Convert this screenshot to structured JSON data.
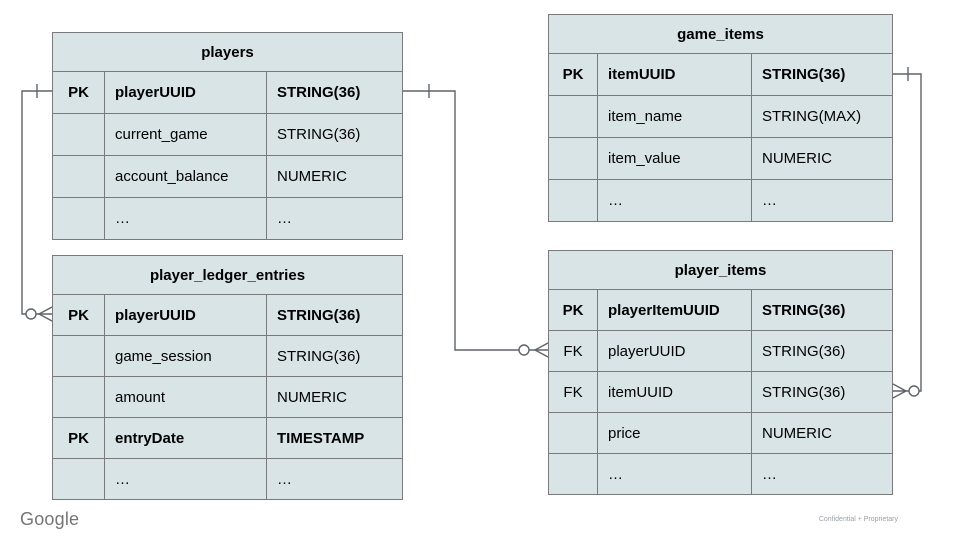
{
  "colors": {
    "table_fill": "#d8e4e5",
    "table_border": "#7a7a7a",
    "relationship_line": "#5f6368",
    "footer_text": "#757575"
  },
  "tables": [
    {
      "id": "players",
      "title": "players",
      "rows": [
        {
          "key": "PK",
          "name": "playerUUID",
          "type": "STRING(36)"
        },
        {
          "key": "",
          "name": "current_game",
          "type": "STRING(36)"
        },
        {
          "key": "",
          "name": "account_balance",
          "type": "NUMERIC"
        },
        {
          "key": "",
          "name": "…",
          "type": "…"
        }
      ]
    },
    {
      "id": "game_items",
      "title": "game_items",
      "rows": [
        {
          "key": "PK",
          "name": "itemUUID",
          "type": "STRING(36)"
        },
        {
          "key": "",
          "name": "item_name",
          "type": "STRING(MAX)"
        },
        {
          "key": "",
          "name": "item_value",
          "type": "NUMERIC"
        },
        {
          "key": "",
          "name": "…",
          "type": "…"
        }
      ]
    },
    {
      "id": "player_ledger_entries",
      "title": "player_ledger_entries",
      "rows": [
        {
          "key": "PK",
          "name": "playerUUID",
          "type": "STRING(36)"
        },
        {
          "key": "",
          "name": "game_session",
          "type": "STRING(36)"
        },
        {
          "key": "",
          "name": "amount",
          "type": "NUMERIC"
        },
        {
          "key": "PK",
          "name": "entryDate",
          "type": "TIMESTAMP"
        },
        {
          "key": "",
          "name": "…",
          "type": "…"
        }
      ]
    },
    {
      "id": "player_items",
      "title": "player_items",
      "rows": [
        {
          "key": "PK",
          "name": "playerItemUUID",
          "type": "STRING(36)"
        },
        {
          "key": "FK",
          "name": "playerUUID",
          "type": "STRING(36)"
        },
        {
          "key": "FK",
          "name": "itemUUID",
          "type": "STRING(36)"
        },
        {
          "key": "",
          "name": "price",
          "type": "NUMERIC"
        },
        {
          "key": "",
          "name": "…",
          "type": "…"
        }
      ]
    }
  ],
  "relationships": [
    {
      "from": "players.playerUUID",
      "to": "player_ledger_entries.playerUUID",
      "cardinality": "one-to-zero-or-many"
    },
    {
      "from": "players.playerUUID",
      "to": "player_items.playerUUID",
      "cardinality": "one-to-zero-or-many"
    },
    {
      "from": "game_items.itemUUID",
      "to": "player_items.itemUUID",
      "cardinality": "one-to-zero-or-many"
    }
  ],
  "footer": {
    "brand": "Google",
    "confidential": "Confidential + Proprietary"
  }
}
